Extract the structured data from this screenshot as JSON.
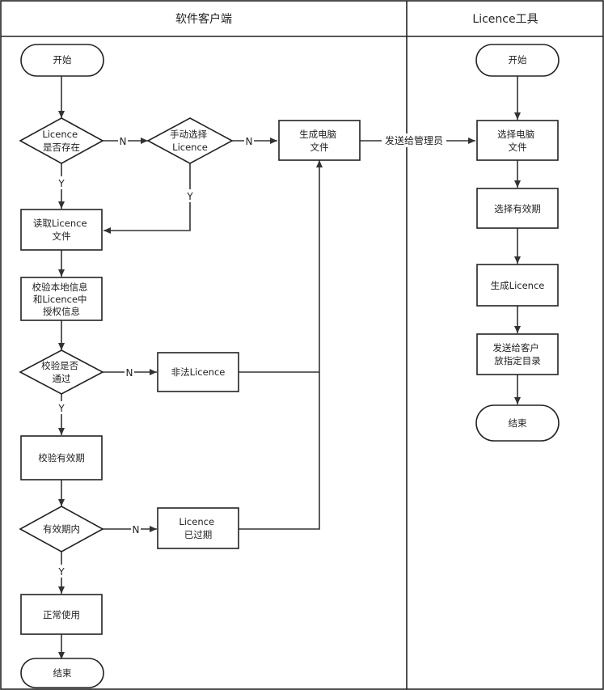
{
  "lanes": {
    "client": "软件客户端",
    "tool": "Licence工具"
  },
  "nodes": {
    "client_start": [
      "开始"
    ],
    "licence_exists": [
      "Licence",
      "是否存在"
    ],
    "manual_select": [
      "手动选择",
      "Licence"
    ],
    "gen_pc_file": [
      "生成电脑",
      "文件"
    ],
    "read_licence": [
      "读取Licence",
      "文件"
    ],
    "verify_info": [
      "校验本地信息",
      "和Licence中",
      "授权信息"
    ],
    "verify_pass": [
      "校验是否",
      "通过"
    ],
    "illegal": [
      "非法Licence"
    ],
    "verify_validity": [
      "校验有效期"
    ],
    "in_validity": [
      "有效期内"
    ],
    "expired": [
      "Licence",
      "已过期"
    ],
    "normal_use": [
      "正常使用"
    ],
    "client_end": [
      "结束"
    ],
    "tool_start": [
      "开始"
    ],
    "select_pc_file": [
      "选择电脑",
      "文件"
    ],
    "select_validity": [
      "选择有效期"
    ],
    "gen_licence": [
      "生成Licence"
    ],
    "send_customer": [
      "发送给客户",
      "放指定目录"
    ],
    "tool_end": [
      "结束"
    ]
  },
  "edge_labels": {
    "no1": "N",
    "no2": "N",
    "yes1": "Y",
    "yes2": "Y",
    "no3": "N",
    "yes3": "Y",
    "no4": "N",
    "yes4": "Y",
    "send_admin": "发送给管理员"
  }
}
